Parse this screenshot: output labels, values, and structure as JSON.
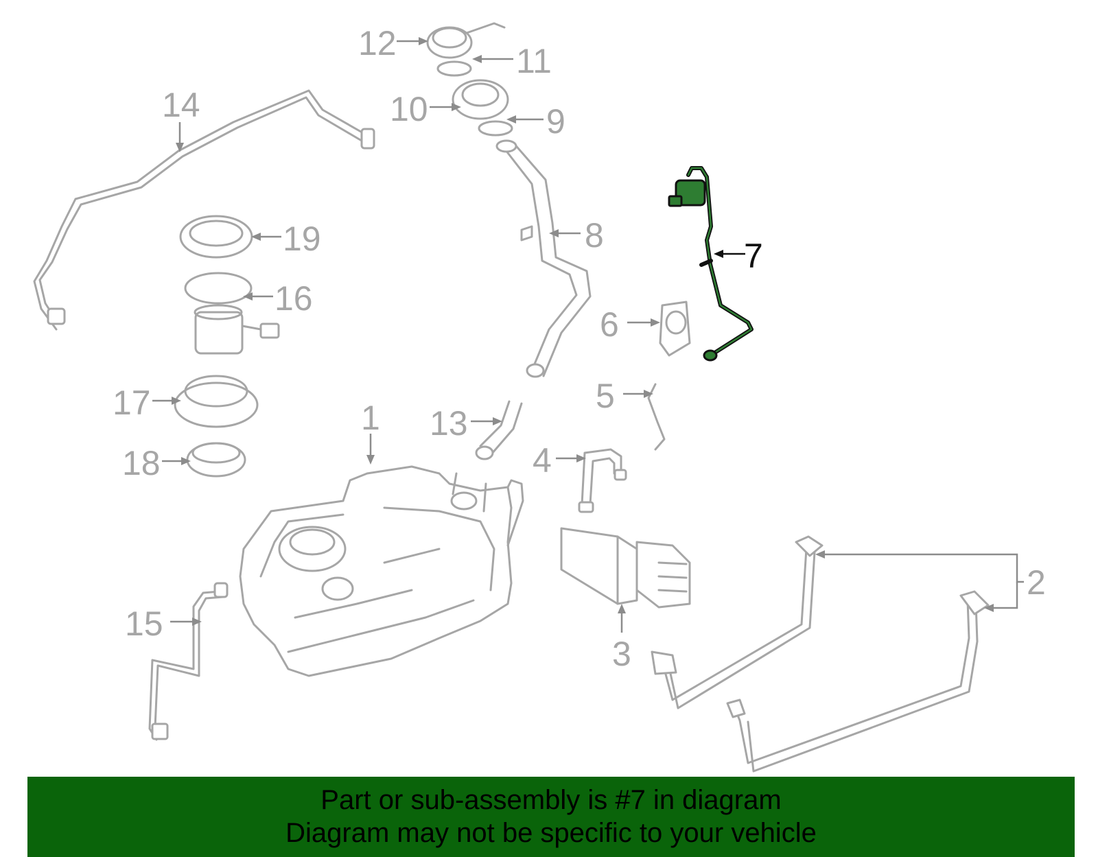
{
  "callouts": {
    "c1": "1",
    "c2": "2",
    "c3": "3",
    "c4": "4",
    "c5": "5",
    "c6": "6",
    "c7": "7",
    "c8": "8",
    "c9": "9",
    "c10": "10",
    "c11": "11",
    "c12": "12",
    "c13": "13",
    "c14": "14",
    "c15": "15",
    "c16": "16",
    "c17": "17",
    "c18": "18",
    "c19": "19"
  },
  "highlighted_part": "7",
  "banner": {
    "line1": "Part or sub-assembly is #7 in diagram",
    "line2": "Diagram may not be specific to your vehicle"
  },
  "colors": {
    "part_stroke": "#a6a6a6",
    "highlight_stroke": "#111111",
    "highlight_fill": "#2e7d32",
    "banner_bg": "#0a640a"
  }
}
